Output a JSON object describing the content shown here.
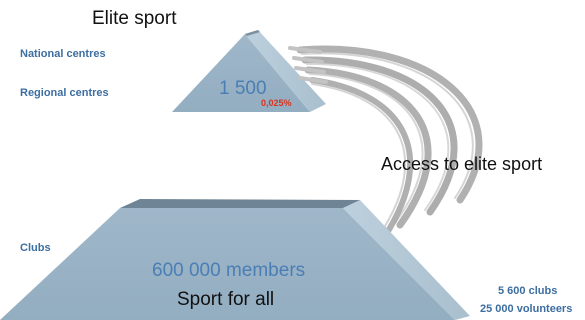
{
  "top_title": "Elite sport",
  "elite": {
    "labels": [
      "National centres",
      "Regional centres"
    ],
    "count": "1 500",
    "percent": "0,025%"
  },
  "arrow_label": "Access to elite sport",
  "base": {
    "label": "Clubs",
    "members": "600 000 members",
    "title": "Sport for all",
    "clubs_count": "5 600 clubs",
    "volunteers_count": "25 000 volunteers"
  },
  "colors": {
    "pyramid_front": "#9ab3c6",
    "pyramid_side": "#b3c8d6",
    "pyramid_top": "#6f8595",
    "label_blue": "#3d6ea1",
    "value_blue": "#4a7eb5",
    "percent_red": "#d8331f",
    "arrow_gray": "#a7a7a7"
  }
}
